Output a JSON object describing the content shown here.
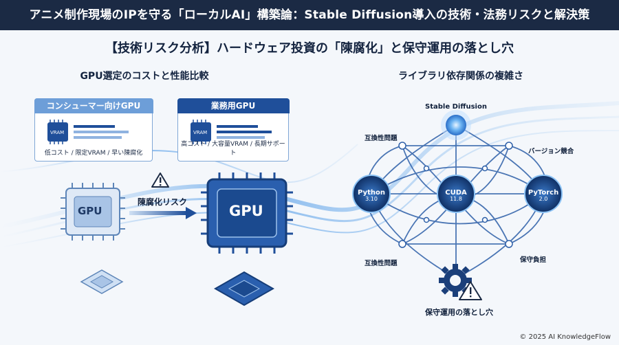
{
  "header": {
    "title": "アニメ制作現場のIPを守る「ローカルAI」構築論：Stable Diffusion導入の技術・法務リスクと解決策"
  },
  "subtitle": "【技術リスク分析】ハードウェア投資の「陳腐化」と保守運用の落とし穴",
  "left": {
    "heading": "GPU選定のコストと性能比較",
    "consumer": {
      "title": "コンシューマー向けGPU",
      "chip": "VRAM",
      "caption": "低コスト / 限定VRAM / 早い陳腐化"
    },
    "business": {
      "title": "業務用GPU",
      "chip": "VRAM",
      "caption": "高コスト / 大容量VRAM / 長期サポート"
    },
    "gpu_small": "GPU",
    "gpu_large": "GPU",
    "risk_label": "陳腐化リスク"
  },
  "right": {
    "heading": "ライブラリ依存関係の複雑さ",
    "top_node": "Stable Diffusion",
    "nodes": [
      {
        "name": "Python",
        "version": "3.10"
      },
      {
        "name": "CUDA",
        "version": "11.8"
      },
      {
        "name": "PyTorch",
        "version": "2.0"
      }
    ],
    "labels": {
      "compat_top": "互換性問題",
      "version_conflict": "バージョン競合",
      "compat_bottom": "互換性問題",
      "maintenance_burden": "保守負担",
      "pitfall": "保守運用の落とし穴"
    }
  },
  "footer": "© 2025 AI KnowledgeFlow",
  "colors": {
    "header_bg": "#1b2a44",
    "accent": "#1f4f9a",
    "light_blue": "#5aa0e6"
  }
}
